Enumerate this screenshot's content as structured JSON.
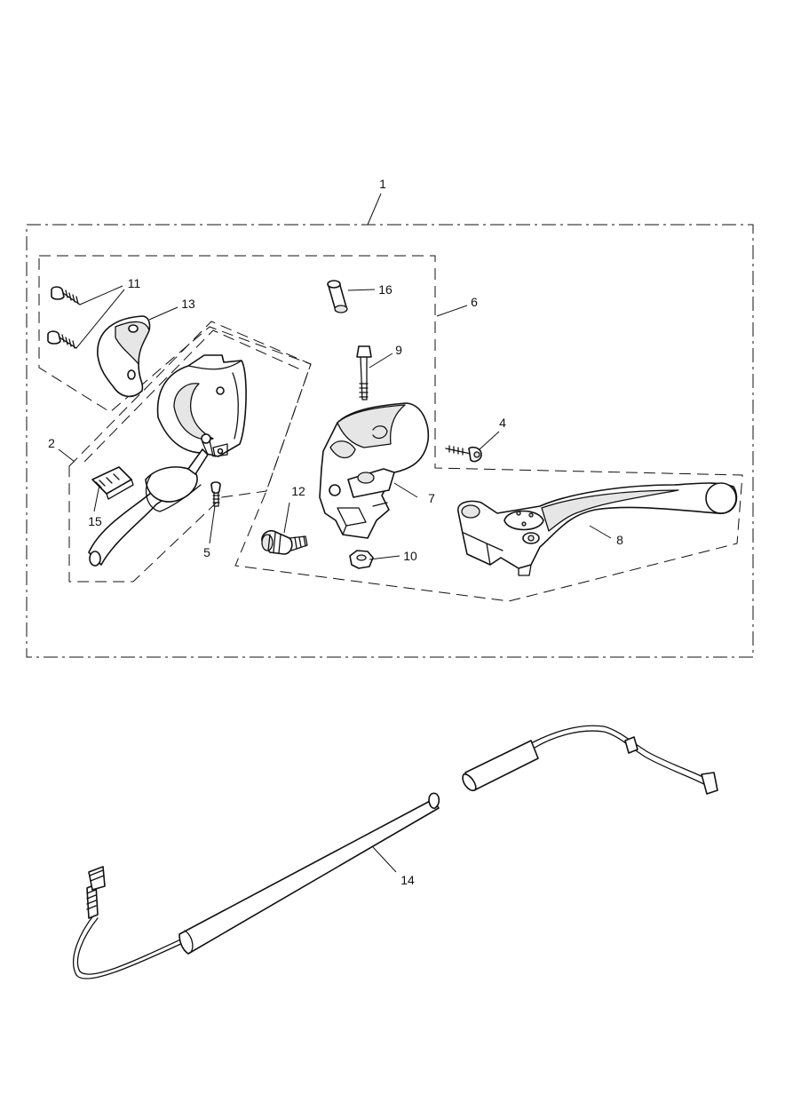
{
  "callouts": [
    {
      "id": "c1",
      "label": "1"
    },
    {
      "id": "c2",
      "label": "2"
    },
    {
      "id": "c4",
      "label": "4"
    },
    {
      "id": "c5",
      "label": "5"
    },
    {
      "id": "c6",
      "label": "6"
    },
    {
      "id": "c7",
      "label": "7"
    },
    {
      "id": "c8",
      "label": "8"
    },
    {
      "id": "c9",
      "label": "9"
    },
    {
      "id": "c10",
      "label": "10"
    },
    {
      "id": "c11",
      "label": "11"
    },
    {
      "id": "c12",
      "label": "12"
    },
    {
      "id": "c13",
      "label": "13"
    },
    {
      "id": "c14",
      "label": "14"
    },
    {
      "id": "c15",
      "label": "15"
    },
    {
      "id": "c16",
      "label": "16"
    }
  ]
}
